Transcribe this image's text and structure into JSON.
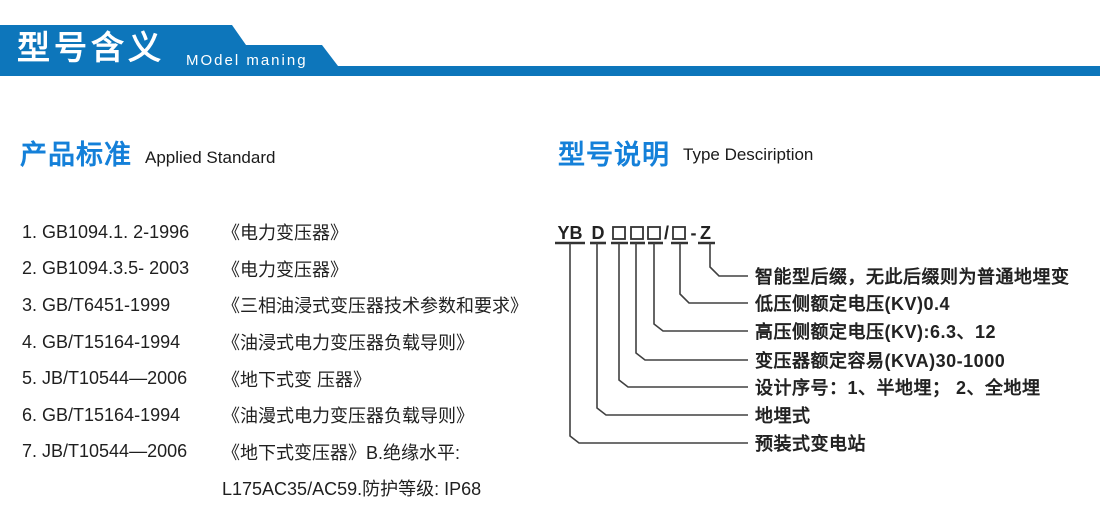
{
  "banner": {
    "title": "型号含义",
    "subtitle": "MOdel maning"
  },
  "colors": {
    "banner_blue": "#0d76bb",
    "heading_blue": "#1480d9",
    "text_dark": "#1f1f1f",
    "line_color": "#404040"
  },
  "sections": {
    "standards": {
      "heading_cn": "产品标准",
      "heading_en": "Applied Standard",
      "items": [
        {
          "code": "1. GB1094.1. 2-1996",
          "title": "《电力变压器》"
        },
        {
          "code": "2. GB1094.3.5- 2003",
          "title": "《电力变压器》"
        },
        {
          "code": "3. GB/T6451-1999",
          "title": "《三相油浸式变压器技术参数和要求》"
        },
        {
          "code": "4. GB/T15164-1994",
          "title": "《油浸式电力变压器负载导则》"
        },
        {
          "code": "5. JB/T10544—2006",
          "title": "《地下式变 压器》"
        },
        {
          "code": "6. GB/T15164-1994",
          "title": "《油漫式电力变压器负载导则》"
        },
        {
          "code": "7. JB/T10544—2006",
          "title": "《地下式变压器》B.绝缘水平:"
        },
        {
          "code": "",
          "title": "L175AC35/AC59.防护等级: IP68"
        }
      ]
    },
    "model": {
      "heading_cn": "型号说明",
      "heading_en": "Type Desciription",
      "code": {
        "full": "YB D □□□/□ - Z",
        "prefix1": "YB",
        "prefix2": "D",
        "box": "□",
        "separator": "/",
        "dash": "-",
        "suffix": "Z"
      },
      "descriptions": [
        "智能型后缀，无此后缀则为普通地埋变",
        "低压侧额定电压(KV)0.4",
        "高压侧额定电压(KV):6.3、12",
        "变压器额定容易(KVA)30-1000",
        "设计序号：1、半地埋； 2、全地埋",
        "地埋式",
        "预装式变电站"
      ]
    }
  }
}
